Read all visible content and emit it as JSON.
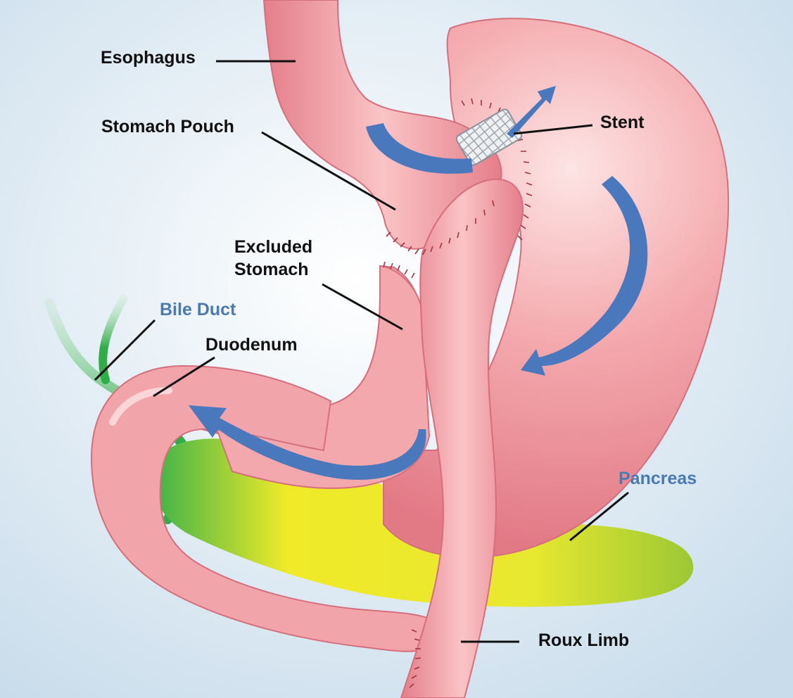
{
  "labels": {
    "esophagus": "Esophagus",
    "stomach_pouch": "Stomach Pouch",
    "stent": "Stent",
    "excluded_stomach_line1": "Excluded",
    "excluded_stomach_line2": "Stomach",
    "bile_duct": "Bile Duct",
    "duodenum": "Duodenum",
    "pancreas": "Pancreas",
    "roux_limb": "Roux Limb"
  },
  "colors": {
    "background": "#dcebf5",
    "tissue": "#ee9aa0",
    "tissue_dark": "#dc7480",
    "flow_arrow": "#4a78bd",
    "pancreas": "#c9dc2a",
    "bile_duct": "#2fae48",
    "label_text": "#111111",
    "accent_label_text": "#4a7ab4"
  }
}
